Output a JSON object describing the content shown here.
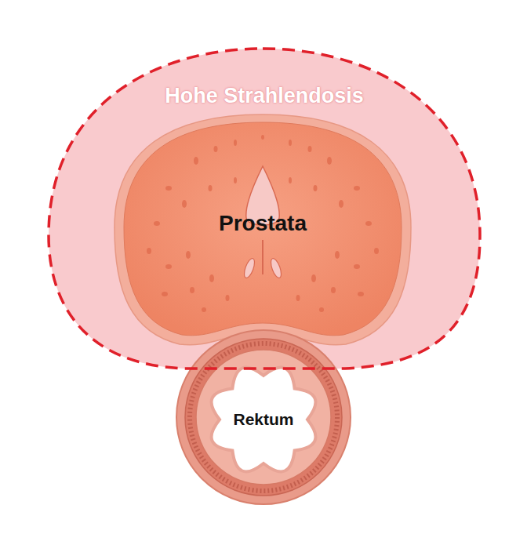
{
  "diagram": {
    "nodes": [
      {
        "text": [
          "Hohe Strahlendosis"
        ]
      },
      {
        "text": [
          "Prostata"
        ],
        "in": 0
      },
      {
        "text": [
          "Rektum"
        ]
      }
    ]
  }
}
